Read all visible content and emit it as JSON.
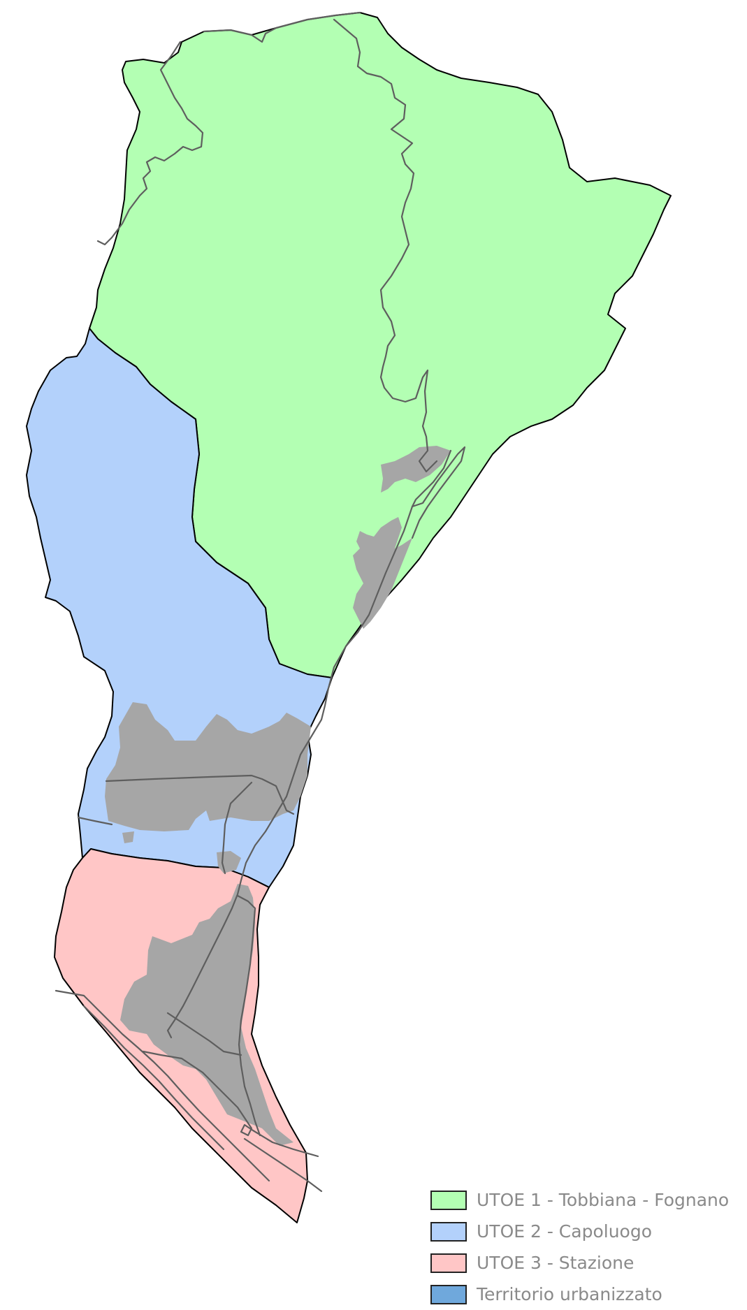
{
  "legend": {
    "items": [
      {
        "label": "UTOE 1 - Tobbiana - Fognano",
        "color": "#b3ffb3"
      },
      {
        "label": "UTOE 2 - Capoluogo",
        "color": "#b3d1fb"
      },
      {
        "label": "UTOE 3 - Stazione",
        "color": "#ffc6c6"
      },
      {
        "label": "Territorio urbanizzato",
        "color": "#6fa8dc"
      }
    ]
  },
  "colors": {
    "utoe1": "#b3ffb3",
    "utoe2": "#b3d1fb",
    "utoe3": "#ffc6c6",
    "urban": "#a6a6a6",
    "roads": "#5e5e5e"
  }
}
